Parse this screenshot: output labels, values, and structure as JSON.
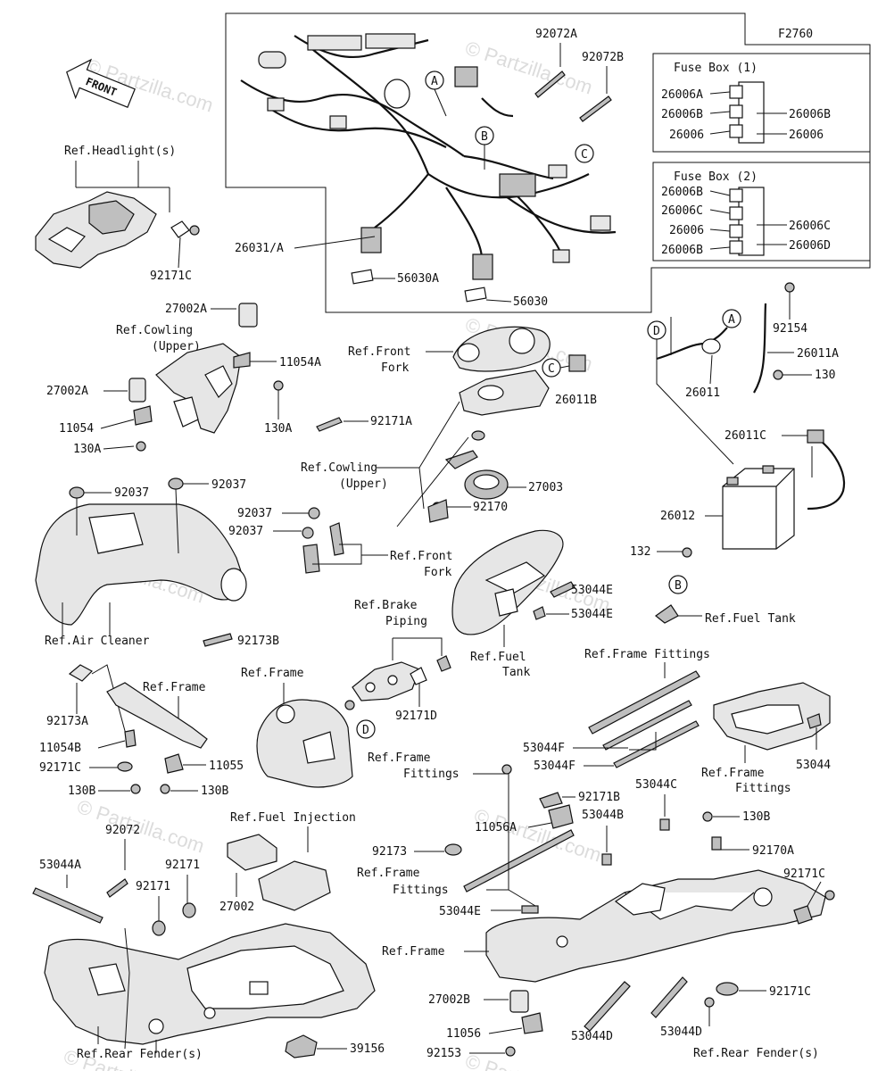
{
  "figure_code": "F2760",
  "watermark": "© Partzilla.com",
  "front_label": "FRONT",
  "fuse_box_1": {
    "title": "Fuse Box (1)",
    "rows": [
      {
        "left": "26006A",
        "right": ""
      },
      {
        "left": "26006B",
        "right": "26006B"
      },
      {
        "left": "26006",
        "right": "26006"
      }
    ]
  },
  "fuse_box_2": {
    "title": "Fuse Box (2)",
    "rows": [
      {
        "left": "26006B",
        "right": ""
      },
      {
        "left": "26006C",
        "right": ""
      },
      {
        "left": "26006",
        "right": "26006C"
      },
      {
        "left": "26006B",
        "right": "26006D"
      }
    ]
  },
  "callouts": [
    "A",
    "B",
    "C",
    "D"
  ],
  "labels": {
    "p92072A": "92072A",
    "p92072B": "92072B",
    "ref_headlight": "Ref.Headlight(s)",
    "p92171C_a": "92171C",
    "p26031A": "26031/A",
    "p56030A": "56030A",
    "p56030": "56030",
    "p27002A_a": "27002A",
    "ref_cowling_upper_a": "Ref.Cowling",
    "ref_cowling_upper_b": "(Upper)",
    "p11054A": "11054A",
    "p27002A_b": "27002A",
    "p11054": "11054",
    "p130A_a": "130A",
    "p130A_b": "130A",
    "p92171A": "92171A",
    "ref_front_fork_a1": "Ref.Front",
    "ref_front_fork_a2": "Fork",
    "p26011B": "26011B",
    "p92154": "92154",
    "p26011A": "26011A",
    "p26011": "26011",
    "p130": "130",
    "p26011C": "26011C",
    "p26012": "26012",
    "ref_cowling_b1": "Ref.Cowling",
    "ref_cowling_b2": "(Upper)",
    "p27003": "27003",
    "p92170": "92170",
    "p92037_1": "92037",
    "p92037_2": "92037",
    "p92037_3": "92037",
    "p92037_4": "92037",
    "ref_front_fork_b1": "Ref.Front",
    "ref_front_fork_b2": "Fork",
    "p132": "132",
    "p53044E_a": "53044E",
    "p53044E_b": "53044E",
    "ref_fuel_tank_a": "Ref.Fuel Tank",
    "ref_fuel_tank_b1": "Ref.Fuel",
    "ref_fuel_tank_b2": "Tank",
    "ref_air_cleaner": "Ref.Air Cleaner",
    "p92173B": "92173B",
    "ref_brake_piping_1": "Ref.Brake",
    "ref_brake_piping_2": "Piping",
    "ref_frame_fittings_a": "Ref.Frame Fittings",
    "p92173A": "92173A",
    "ref_frame_a": "Ref.Frame",
    "ref_frame_b": "Ref.Frame",
    "p11054B": "11054B",
    "p92171C_b": "92171C",
    "p11055": "11055",
    "p130B_a": "130B",
    "p130B_b": "130B",
    "p92171D": "92171D",
    "p53044F_a": "53044F",
    "p53044F_b": "53044F",
    "p53044": "53044",
    "ref_frame_fittings_b1": "Ref.Frame",
    "ref_frame_fittings_b2": "Fittings",
    "ref_frame_fittings_c1": "Ref.Frame",
    "ref_frame_fittings_c2": "Fittings",
    "ref_frame_fittings_d1": "Ref.Frame",
    "ref_frame_fittings_d2": "Fittings",
    "p92171B": "92171B",
    "p11056A": "11056A",
    "p53044C": "53044C",
    "p53044B": "53044B",
    "p130B_c": "130B",
    "p92170A": "92170A",
    "p92173": "92173",
    "p53044E_c": "53044E",
    "p92171C_c": "92171C",
    "p92171C_d": "92171C",
    "ref_fuel_injection": "Ref.Fuel Injection",
    "p92072": "92072",
    "p53044A": "53044A",
    "p92171_a": "92171",
    "p92171_b": "92171",
    "p27002": "27002",
    "ref_frame_c": "Ref.Frame",
    "p27002B": "27002B",
    "p11056": "11056",
    "p92153": "92153",
    "p53044D_a": "53044D",
    "p53044D_b": "53044D",
    "ref_rear_fender_a": "Ref.Rear Fender(s)",
    "ref_rear_fender_b": "Ref.Rear Fender(s)",
    "p39156": "39156"
  }
}
